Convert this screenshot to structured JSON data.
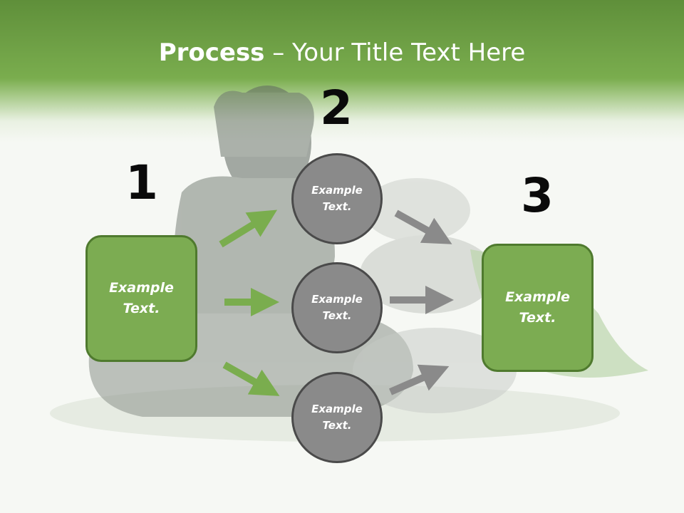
{
  "title": {
    "bold": "Process",
    "rest": " – Your Title Text Here"
  },
  "steps": [
    {
      "number": "1",
      "box_label": "Example\nText."
    },
    {
      "number": "2",
      "circles": [
        "Example\nText.",
        "Example\nText.",
        "Example\nText."
      ]
    },
    {
      "number": "3",
      "box_label": "Example\nText."
    }
  ],
  "colors": {
    "header_green": "#7aad4e",
    "box_green": "#7cac52",
    "box_border": "#4f7a2e",
    "circle_gray": "#8a8a8a",
    "circle_border": "#4a4a4a",
    "arrow_green": "#7aad4e",
    "arrow_gray": "#8a8a8a"
  }
}
